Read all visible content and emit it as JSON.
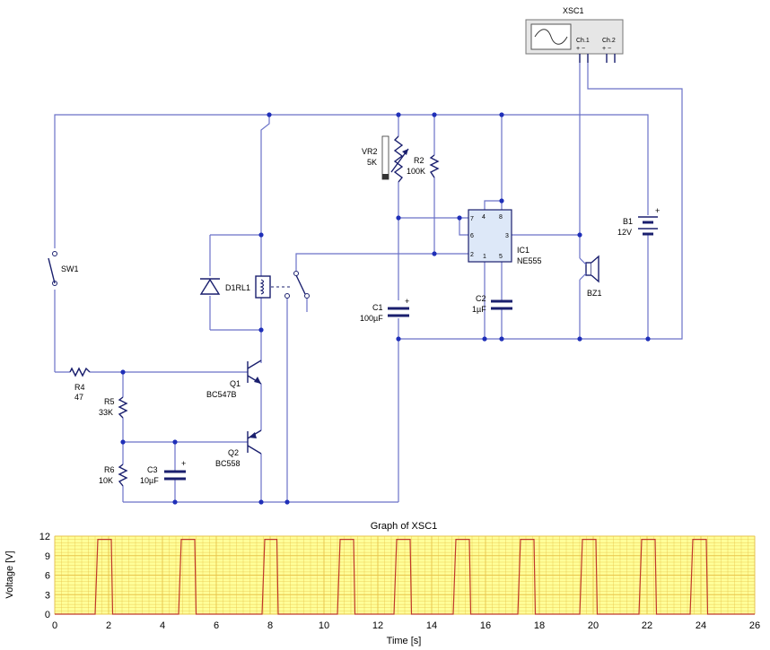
{
  "schematic": {
    "scope_label": "XSC1",
    "scope_ch1": "Ch.1",
    "scope_ch2": "Ch.2",
    "scope_ch1_pins": "+ −",
    "scope_ch2_pins": "+ −",
    "sw1": "SW1",
    "r4_name": "R4",
    "r4_value": "47",
    "r5_name": "R5",
    "r5_value": "33K",
    "r6_name": "R6",
    "r6_value": "10K",
    "c3_name": "C3",
    "c3_value": "10µF",
    "q1_name": "Q1",
    "q1_value": "BC547B",
    "q2_name": "Q2",
    "q2_value": "BC558",
    "relay": "D1RL1",
    "vr2_name": "VR2",
    "vr2_value": "5K",
    "r2_name": "R2",
    "r2_value": "100K",
    "c1_name": "C1",
    "c1_value": "100µF",
    "ic_name": "IC1",
    "ic_value": "NE555",
    "c2_name": "C2",
    "c2_value": "1µF",
    "bz1": "BZ1",
    "b1_name": "B1",
    "b1_value": "12V",
    "plus": "+",
    "ic_pins": [
      "4",
      "8",
      "7",
      "6",
      "3",
      "2",
      "1",
      "5"
    ]
  },
  "chart_data": {
    "type": "line",
    "title": "Graph of XSC1",
    "xlabel": "Time [s]",
    "ylabel": "Voltage [V]",
    "xlim": [
      0,
      26
    ],
    "ylim": [
      0,
      12
    ],
    "xticks": [
      0,
      2,
      4,
      6,
      8,
      10,
      12,
      14,
      16,
      18,
      20,
      22,
      24,
      26
    ],
    "yticks": [
      0,
      3,
      6,
      9,
      12
    ],
    "grid": true,
    "background_color": "#ffff99",
    "grid_color": "#e8c34a",
    "series": [
      {
        "color": "#c0392b",
        "x": [
          0,
          1.5,
          1.6,
          2.1,
          2.15,
          4.6,
          4.7,
          5.2,
          5.25,
          7.7,
          7.8,
          8.25,
          8.3,
          10.5,
          10.6,
          11.1,
          11.15,
          12.6,
          12.7,
          13.2,
          13.25,
          14.8,
          14.9,
          15.4,
          15.45,
          17.2,
          17.3,
          17.8,
          17.85,
          19.5,
          19.6,
          20.1,
          20.15,
          21.7,
          21.8,
          22.3,
          22.35,
          23.6,
          23.7,
          24.2,
          24.25,
          26
        ],
        "y": [
          0,
          0,
          11.5,
          11.5,
          0,
          0,
          11.5,
          11.5,
          0,
          0,
          11.5,
          11.5,
          0,
          0,
          11.5,
          11.5,
          0,
          0,
          11.5,
          11.5,
          0,
          0,
          11.5,
          11.5,
          0,
          0,
          11.5,
          11.5,
          0,
          0,
          11.5,
          11.5,
          0,
          0,
          11.5,
          11.5,
          0,
          0,
          11.5,
          11.5,
          0,
          0
        ]
      }
    ]
  }
}
